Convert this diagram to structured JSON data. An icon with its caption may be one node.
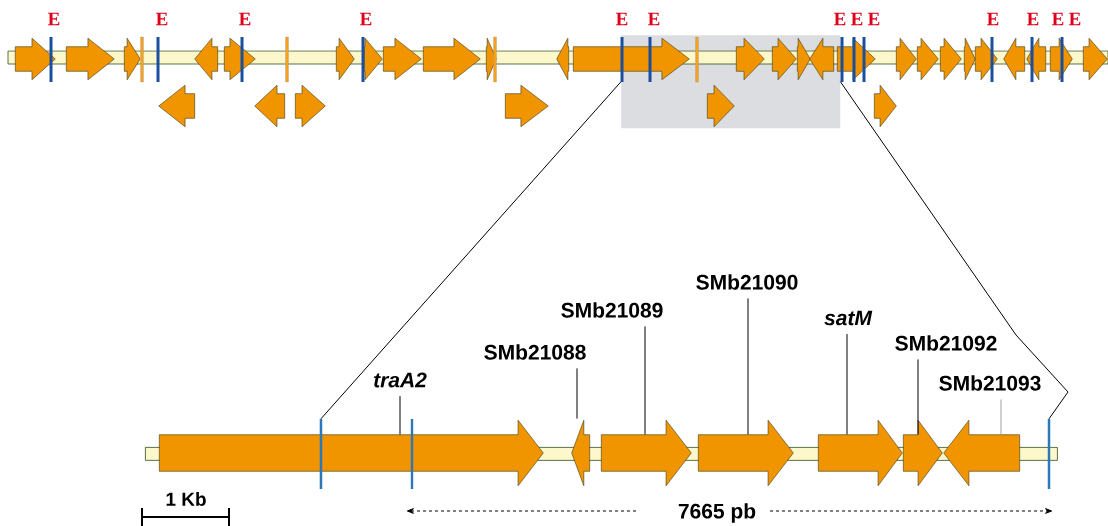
{
  "diagram": {
    "nodes": [
      {
        "text": [],
        "shape": "box"
      },
      {
        "text": [
          "traA2"
        ]
      },
      {
        "text": [
          "SMb21088"
        ]
      },
      {
        "text": [
          "SMb21089"
        ]
      },
      {
        "text": [
          "SMb21090"
        ]
      },
      {
        "text": [
          "satM"
        ]
      },
      {
        "text": [
          "SMb21092"
        ]
      },
      {
        "text": [
          "SMb21093"
        ]
      },
      {
        "text": [],
        "shape": "arrow"
      },
      {
        "text": [],
        "shape": "arrow"
      },
      {
        "text": [],
        "shape": "arrow"
      },
      {
        "text": [],
        "shape": "arrow"
      },
      {
        "text": [],
        "shape": "arrow"
      },
      {
        "text": [],
        "shape": "arrow"
      },
      {
        "text": [],
        "shape": "arrow"
      },
      {
        "text": [],
        "shape": "bar",
        "in": 8
      },
      {
        "text": [],
        "shape": "bar"
      },
      {
        "text": [],
        "shape": "bar"
      }
    ],
    "edges": [
      {
        "from": 1,
        "to": 8,
        "arrow": "none"
      },
      {
        "from": 2,
        "to": 9,
        "arrow": "none"
      },
      {
        "from": 3,
        "to": 10,
        "arrow": "none"
      },
      {
        "from": 4,
        "to": 11,
        "arrow": "none"
      },
      {
        "from": 5,
        "to": 12,
        "arrow": "none"
      },
      {
        "from": 6,
        "to": 13,
        "arrow": "none"
      },
      {
        "from": 7,
        "to": 14,
        "arrow": "none",
        "color": "#a0a0a0"
      },
      {
        "from": 0,
        "to": 15,
        "arrow": "none"
      },
      {
        "from": 0,
        "to": 16,
        "arrow": "none"
      }
    ],
    "labels": [
      "E",
      "E",
      "E",
      "E",
      "E",
      "E",
      "E",
      "E",
      "E",
      "E",
      "E",
      "E",
      "E",
      "1 Kb",
      "7665 pb"
    ]
  }
}
